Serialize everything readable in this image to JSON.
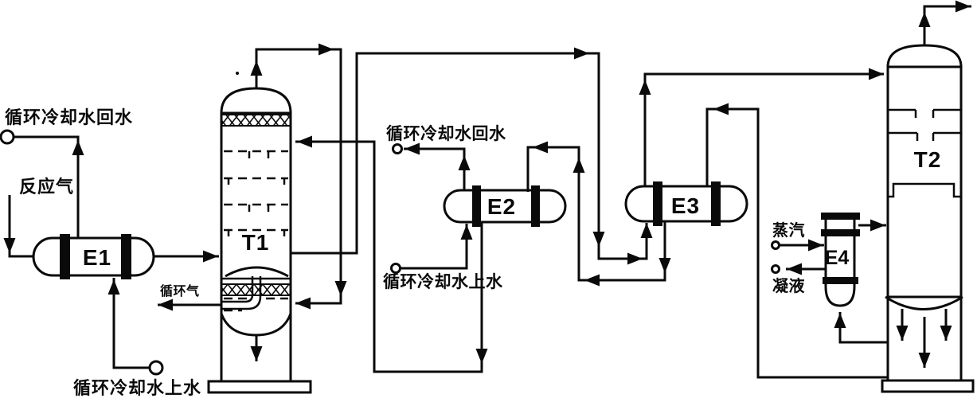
{
  "diagram": {
    "background": "#ffffff",
    "line_color": "#0a0a0a",
    "equipment": {
      "e1": "E1",
      "e2": "E2",
      "e3": "E3",
      "e4": "E4",
      "t1": "T1",
      "t2": "T2"
    },
    "streams": {
      "cooling_water_return_e1": "循环冷却水回水",
      "reaction_gas": "反应气",
      "cooling_water_supply_e1": "循环冷却水上水",
      "recycle_gas": "循环气",
      "cooling_water_return_e2": "循环冷却水回水",
      "cooling_water_supply_e2": "循环冷却水上水",
      "steam": "蒸汽",
      "condensate": "凝液"
    }
  }
}
